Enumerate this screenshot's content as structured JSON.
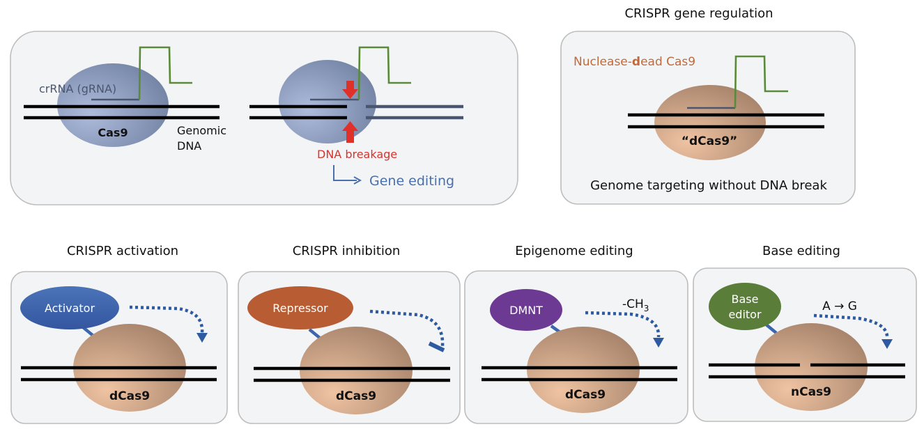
{
  "panels": {
    "cas9": {
      "grna_label": "crRNA (gRNA)",
      "protein_label": "Cas9",
      "dna_label_line1": "Genomic",
      "dna_label_line2": "DNA",
      "breakage_label": "DNA breakage",
      "outcome_label": "Gene editing"
    },
    "regulation": {
      "title": "CRISPR gene regulation",
      "subtitle_pre": "Nuclease-",
      "subtitle_bold": "d",
      "subtitle_post": "ead Cas9",
      "protein_label": "“dCas9”",
      "caption": "Genome targeting without DNA break"
    },
    "activation": {
      "title": "CRISPR activation",
      "effector": "Activator",
      "protein_label": "dCas9"
    },
    "inhibition": {
      "title": "CRISPR inhibition",
      "effector": "Repressor",
      "protein_label": "dCas9"
    },
    "epigenome": {
      "title": "Epigenome editing",
      "effector": "DMNT",
      "mark_main": "-CH",
      "mark_sub": "3",
      "protein_label": "dCas9"
    },
    "base": {
      "title": "Base editing",
      "effector_line1": "Base",
      "effector_line2": "editor",
      "conversion": "A → G",
      "protein_label": "nCas9"
    }
  },
  "colors": {
    "cas9": "#8fa3c8",
    "dcas9": "#d9a785",
    "activator": "#4067ad",
    "repressor": "#b85c33",
    "dmnt": "#6d3a93",
    "base_editor": "#5b7d3a",
    "breakage": "#e0302a",
    "gene_editing": "#4a6fad",
    "nuclease_dead": "#c06a3c"
  }
}
